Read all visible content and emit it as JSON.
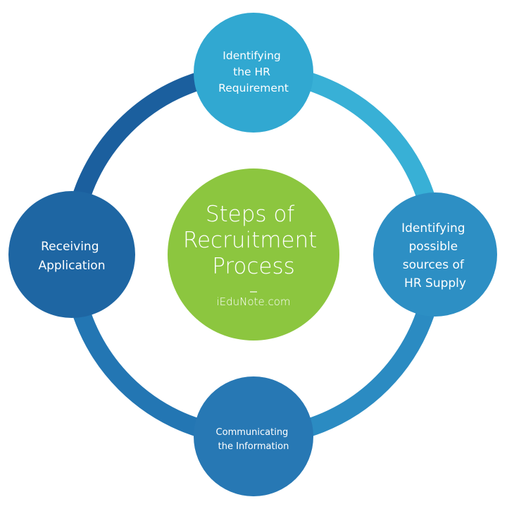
{
  "center": {
    "title_lines": [
      "Steps of",
      "Recruitment",
      "Process"
    ],
    "watermark": "iEduNote.com"
  },
  "steps": [
    {
      "lines": [
        "Identifying",
        "the HR",
        "Requirement"
      ]
    },
    {
      "lines": [
        "Identifying",
        "possible",
        "sources of",
        "HR Supply"
      ]
    },
    {
      "lines": [
        "Communicating",
        "the Information"
      ]
    },
    {
      "lines": [
        "Receiving",
        "Application"
      ]
    }
  ],
  "colors": {
    "center_fill": "#8cc63f",
    "top_fill": "#31a8d1",
    "right_fill": "#2d8fc4",
    "bottom_fill": "#2778b4",
    "left_fill": "#1e66a3",
    "ring_top_right": "#38b0d6",
    "ring_right_bottom": "#2b8bc2",
    "ring_bottom_left": "#2376b3",
    "ring_left_top": "#1b5f9e"
  }
}
